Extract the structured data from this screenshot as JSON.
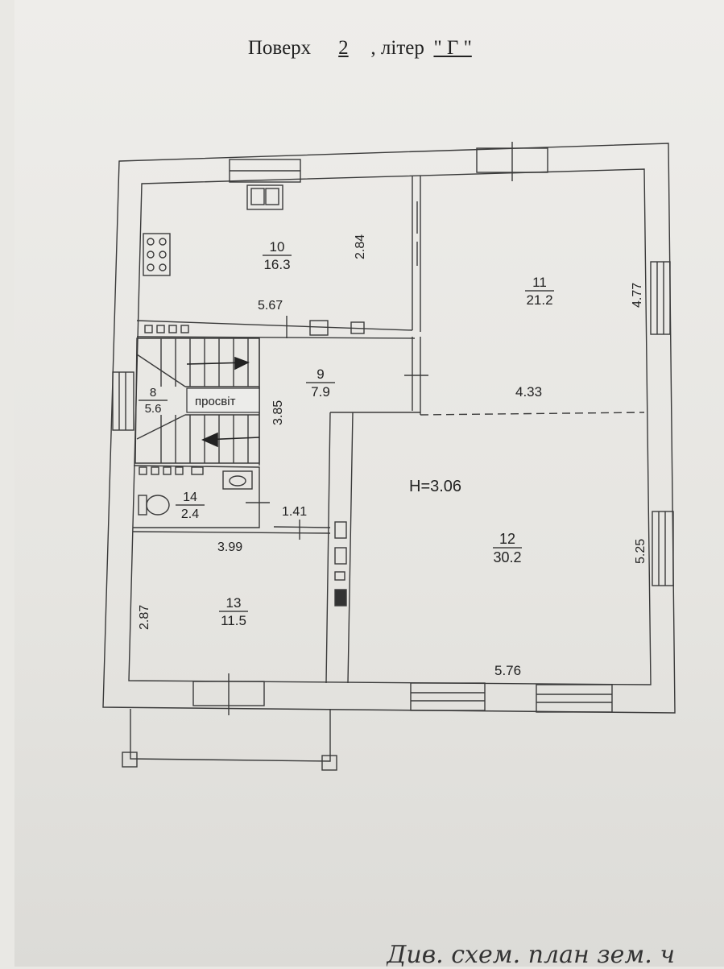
{
  "header": {
    "floor_label": "Поверх",
    "floor_value": "2",
    "liter_label": ", літер",
    "liter_value": "\" Г \""
  },
  "rooms": [
    {
      "number": "10",
      "area": "16.3"
    },
    {
      "number": "11",
      "area": "21.2"
    },
    {
      "number": "9",
      "area": "7.9"
    },
    {
      "number": "8",
      "area": "5.6"
    },
    {
      "number": "14",
      "area": "2.4"
    },
    {
      "number": "12",
      "area": "30.2"
    },
    {
      "number": "13",
      "area": "11.5"
    }
  ],
  "dimensions": {
    "room10_width": "5.67",
    "room10_depth": "2.84",
    "room11_depth": "4.77",
    "room11_width": "4.33",
    "room9_depth": "3.85",
    "room14_width": "1.41",
    "room13_width": "3.99",
    "room13_depth": "2.87",
    "room12_depth": "5.25",
    "room12_width": "5.76",
    "ceiling_height": "H=3.06"
  },
  "stair_label": "просвіт",
  "handwritten_note": "Див. схем. план зем. ч"
}
